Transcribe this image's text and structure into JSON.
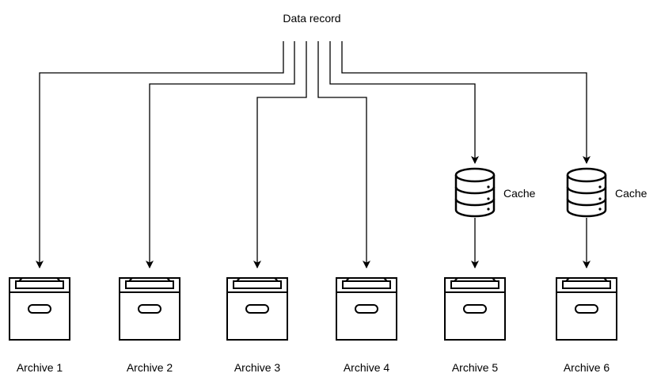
{
  "source": {
    "label": "Data record"
  },
  "archives": [
    {
      "label": "Archive 1",
      "cached": false
    },
    {
      "label": "Archive 2",
      "cached": false
    },
    {
      "label": "Archive 3",
      "cached": false
    },
    {
      "label": "Archive 4",
      "cached": false
    },
    {
      "label": "Archive 5",
      "cached": true,
      "cache_label": "Cache"
    },
    {
      "label": "Archive 6",
      "cached": true,
      "cache_label": "Cache"
    }
  ],
  "colors": {
    "stroke": "#000000",
    "background": "#ffffff"
  },
  "icons": {
    "archive": "archive-box-icon",
    "cache": "database-icon"
  }
}
